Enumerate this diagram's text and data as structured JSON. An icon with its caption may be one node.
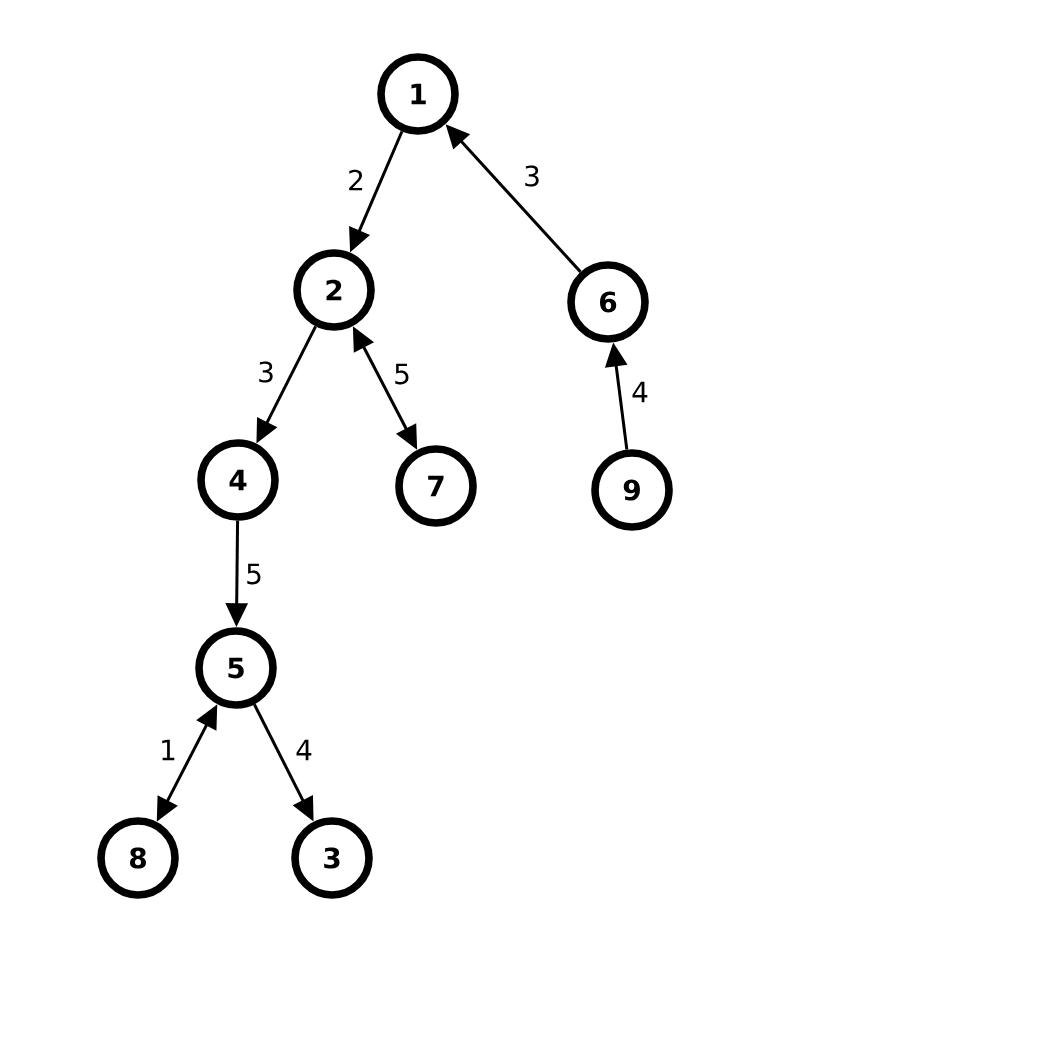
{
  "diagram": {
    "nodes": [
      {
        "text": [
          "1"
        ]
      },
      {
        "text": [
          "2"
        ]
      },
      {
        "text": [
          "6"
        ]
      },
      {
        "text": [
          "4"
        ]
      },
      {
        "text": [
          "7"
        ]
      },
      {
        "text": [
          "9"
        ]
      },
      {
        "text": [
          "5"
        ]
      },
      {
        "text": [
          "8"
        ]
      },
      {
        "text": [
          "3"
        ]
      }
    ],
    "edges": [
      {
        "from": 0,
        "to": 1,
        "arrow": "to",
        "label": "2"
      },
      {
        "from": 2,
        "to": 0,
        "arrow": "to",
        "label": "3"
      },
      {
        "from": 1,
        "to": 3,
        "arrow": "to",
        "label": "3"
      },
      {
        "from": 1,
        "to": 4,
        "arrow": "both",
        "label": "5"
      },
      {
        "from": 5,
        "to": 2,
        "arrow": "to",
        "label": "4"
      },
      {
        "from": 3,
        "to": 6,
        "arrow": "to",
        "label": "5"
      },
      {
        "from": 6,
        "to": 7,
        "arrow": "both",
        "label": "1"
      },
      {
        "from": 6,
        "to": 8,
        "arrow": "to",
        "label": "4"
      }
    ]
  }
}
